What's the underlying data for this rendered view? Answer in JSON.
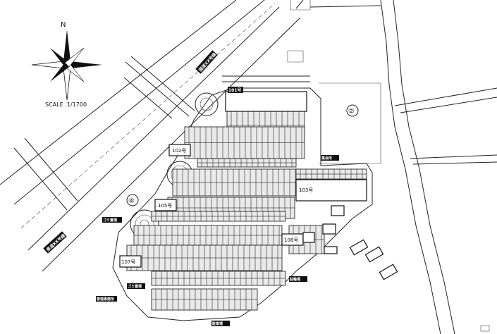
{
  "compass": {
    "north_label": "N"
  },
  "scale": {
    "text": "SCALE :1/1700"
  },
  "zone_markers": [
    "②",
    "④"
  ],
  "building_numbers": [
    "101号",
    "102号",
    "103号",
    "105号",
    "107号",
    "108号"
  ],
  "road_labels": {
    "upper_diagonal": "国道XX号線",
    "lower_diagonal": "県道XX号線"
  },
  "small_labels": [
    "ゴミ置場",
    "ゴミ置場",
    "集会所",
    "管理事務所",
    "駐輪場",
    "駐車場"
  ],
  "colors": {
    "ink": "#111111",
    "paper": "#ffffff",
    "tag_bg": "#111111"
  }
}
